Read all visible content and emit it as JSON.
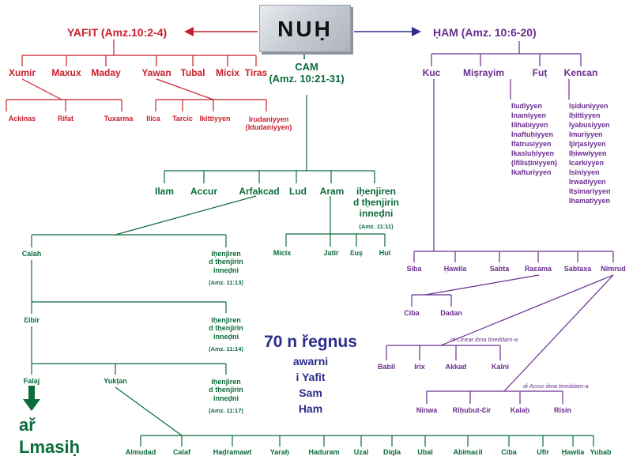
{
  "root": "NUḤ",
  "yafit": {
    "title": "YAFIT (Amz.10:2-4)",
    "sons": [
      "Xumir",
      "Maxux",
      "Maday",
      "Yawan",
      "Tubal",
      "Micix",
      "Tiras"
    ],
    "xumir_sons": [
      "Ackinas",
      "Rifat",
      "Tuxarma"
    ],
    "yawan_sons": [
      "Ilica",
      "Tarcic",
      "Ikittiyyen",
      "Irudaniyyen\n(Idudaniyyen)"
    ]
  },
  "ham": {
    "title": "ḤAM (Amz. 10:6-20)",
    "sons": [
      "Kuc",
      "Miṣrayim",
      "Fuṭ",
      "Kenɛan"
    ],
    "misrayim_sons": [
      "Iludiyyen",
      "Inamiyyen",
      "Ilihabiyyen",
      "Inaftuḥiyyen",
      "Ifatrusiyyen",
      "Ikasluḥiyyen",
      "(Ifilisṭiniyyen)",
      "Ikafturiyyen"
    ],
    "kencan_sons": [
      "Iṣiduniyyen",
      "Iḥittiyyen",
      "Iyabusiyyen",
      "Imuriyyen",
      "Ijirjasiyyen",
      "Iḥiwwiyyen",
      "Icarkiyyen",
      "Isiniyyen",
      "Irwadiyyen",
      "Itṣimariyyen",
      "Ihamatiyyen"
    ],
    "kuc_sons": [
      "Siba",
      "Ḥawila",
      "Sabta",
      "Raɛama",
      "Sabtaxa",
      "Nimrud"
    ],
    "raama_sons": [
      "Ciba",
      "Dadan"
    ],
    "cinar_note": "di Cinɛar ibna tineddam-a",
    "cinar_cities": [
      "Babil",
      "Irix",
      "Akkad",
      "Kalni"
    ],
    "accur_note": "di Accur ibna tineddam-a",
    "accur_cities": [
      "Ninwa",
      "Riḥubut-Ɛir",
      "Kalaḥ",
      "Risin"
    ]
  },
  "cam": {
    "title": "CAM\n(Amz. 10:21-31)",
    "sons": [
      "Ilam",
      "Accur",
      "Arfakcad",
      "Lud",
      "Aram",
      "iḥenjiren\nd tḥenjirin\ninneḍni"
    ],
    "sons_ref": "(Amz. 11:11)",
    "aram_sons": [
      "Micix",
      "Jatir",
      "Ɛuṣ",
      "Hul"
    ],
    "arf_line": {
      "calah": "Calah",
      "calah_others": "iḥenjiren\nd tḥenjirin\ninneḍni",
      "calah_ref": "(Amz. 11:13)",
      "cibir": "Ɛibir",
      "cibir_others": "iḥenjiren\nd tḥenjirin\ninneḍni",
      "cibir_ref": "(Amz. 11:14)",
      "falaj": "Falaj",
      "yuktan": "Yukṭan",
      "falaj_others": "iḥenjiren\nd tḥenjirin\ninneḍni",
      "falaj_ref": "(Amz. 11:17)"
    },
    "yuktan_sons": [
      "Almudad",
      "Calaf",
      "Haḍramawt",
      "Yaraḥ",
      "Haduram",
      "Uzal",
      "Diqla",
      "Ubal",
      "Abimaɛil",
      "Ciba",
      "Ufir",
      "Ḥawila",
      "Yubab"
    ]
  },
  "summary": {
    "count": "70 n řegnus",
    "lines": [
      "awarni",
      "i Yafit",
      "Sam",
      "Ham"
    ]
  },
  "messiah": "ař\nLmasiḥ",
  "colors": {
    "yafit": "#c8202c",
    "cam": "#0b6b3a",
    "ham": "#6a2d8f",
    "summary": "#2b2d8a"
  }
}
